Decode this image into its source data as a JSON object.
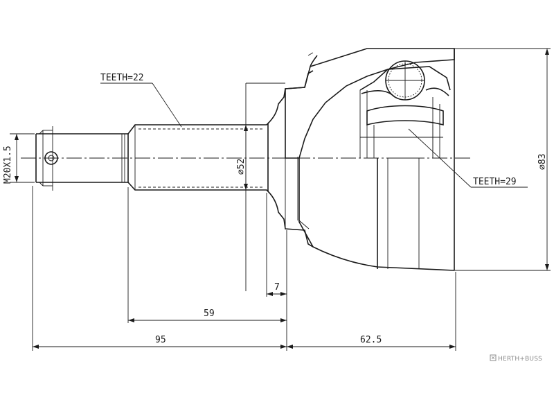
{
  "labels": {
    "teeth_outer": "TEETH=22",
    "teeth_inner": "TEETH=29",
    "thread": "M20X1.5",
    "shaft_dia": "⌀52",
    "bell_dia": "⌀83"
  },
  "dimensions": {
    "d_7": "7",
    "d_59": "59",
    "d_95": "95",
    "d_62_5": "62.5"
  },
  "watermark": "HERTH+BUSS"
}
